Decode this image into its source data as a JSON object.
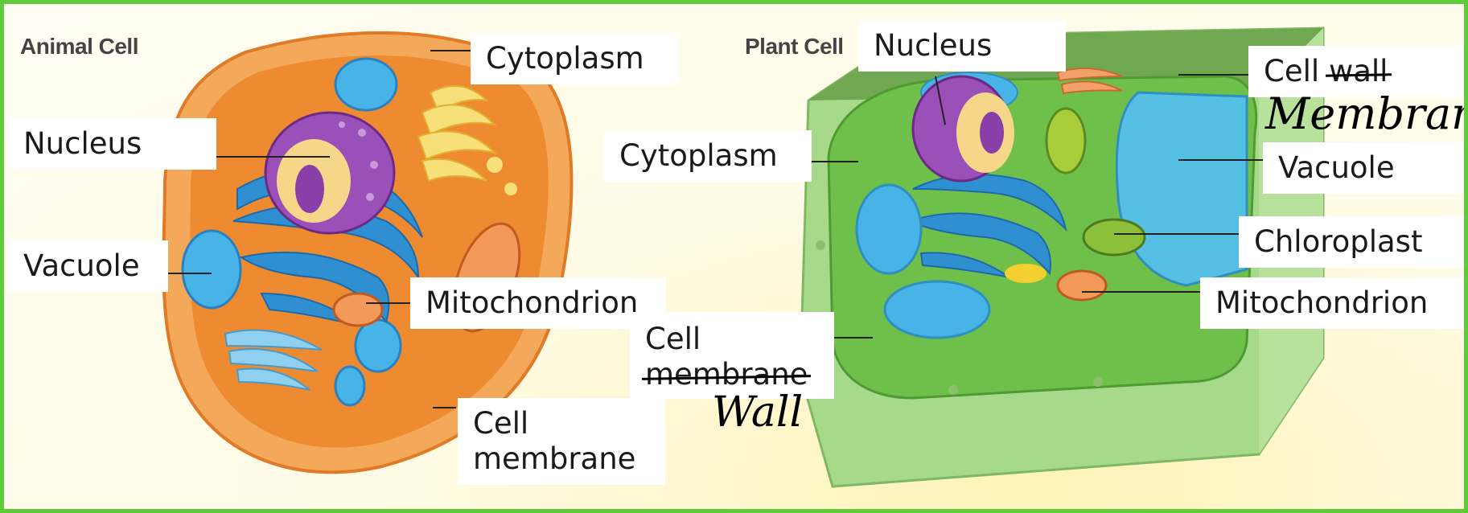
{
  "colors": {
    "border": "#5fcb3a",
    "animal_outer": "#f0a050",
    "animal_inner": "#ef8a2e",
    "plant_wall": "#a6d98a",
    "plant_inside": "#6fc04a",
    "nucleus": "#9b4fb8",
    "vacuole": "#47b3e6",
    "er": "#2f8fd0"
  },
  "animal": {
    "title": "Animal Cell",
    "labels": {
      "cytoplasm": "Cytoplasm",
      "nucleus": "Nucleus",
      "vacuole": "Vacuole",
      "mitochondrion": "Mitochondrion",
      "membrane_line1": "Cell",
      "membrane_line2": "membrane"
    }
  },
  "plant": {
    "title": "Plant Cell",
    "labels": {
      "nucleus": "Nucleus",
      "cytoplasm": "Cytoplasm",
      "cell_word": "Cell",
      "wall_struck": "wall",
      "vacuole": "Vacuole",
      "chloroplast": "Chloroplast",
      "mitochondrion": "Mitochondrion",
      "cell_line1": "Cell",
      "membrane_struck": "membrane"
    },
    "handwritten": {
      "membrane": "Membrane",
      "wall": "Wall"
    }
  }
}
